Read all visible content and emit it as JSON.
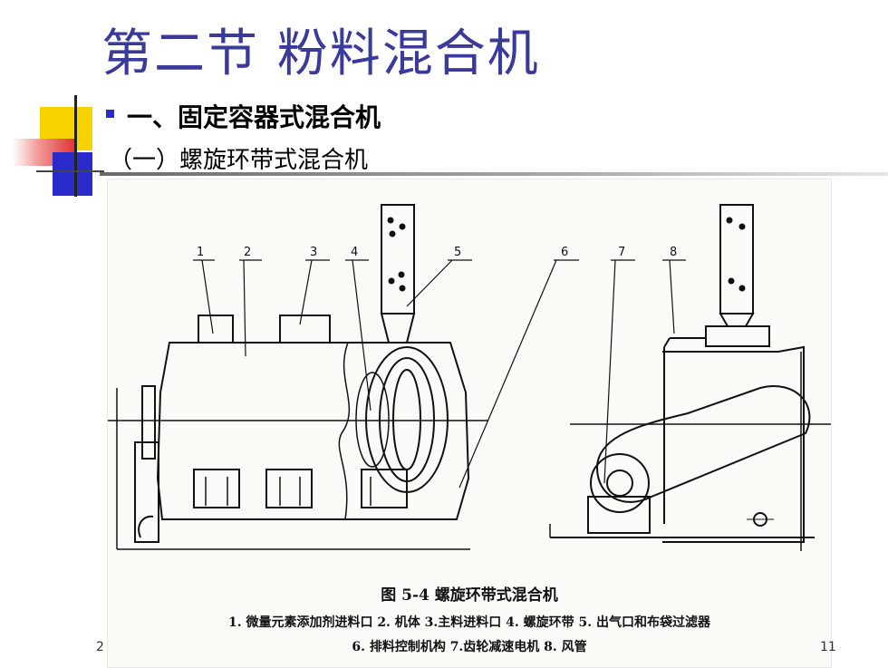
{
  "slide": {
    "title": "第二节  粉料混合机",
    "heading": "一、固定容器式混合机",
    "subheading": "（一）螺旋环带式混合机",
    "footer_left": "2",
    "page_number": "11"
  },
  "figure": {
    "caption_title": "图 5-4   螺旋环带式混合机",
    "legend_line_1": "1. 微量元素添加剂进料口   2. 机体   3.主料进料口   4. 螺旋环带   5. 出气口和布袋过滤器",
    "legend_line_2": "6. 排料控制机构   7.齿轮减速电机   8. 风管",
    "callouts": [
      "1",
      "2",
      "3",
      "4",
      "5",
      "6",
      "7",
      "8"
    ]
  },
  "colors": {
    "title": "#3a3a9a",
    "deco_yellow": "#f5d200",
    "deco_red": "#e03030",
    "deco_blue": "#2b2bcc"
  }
}
